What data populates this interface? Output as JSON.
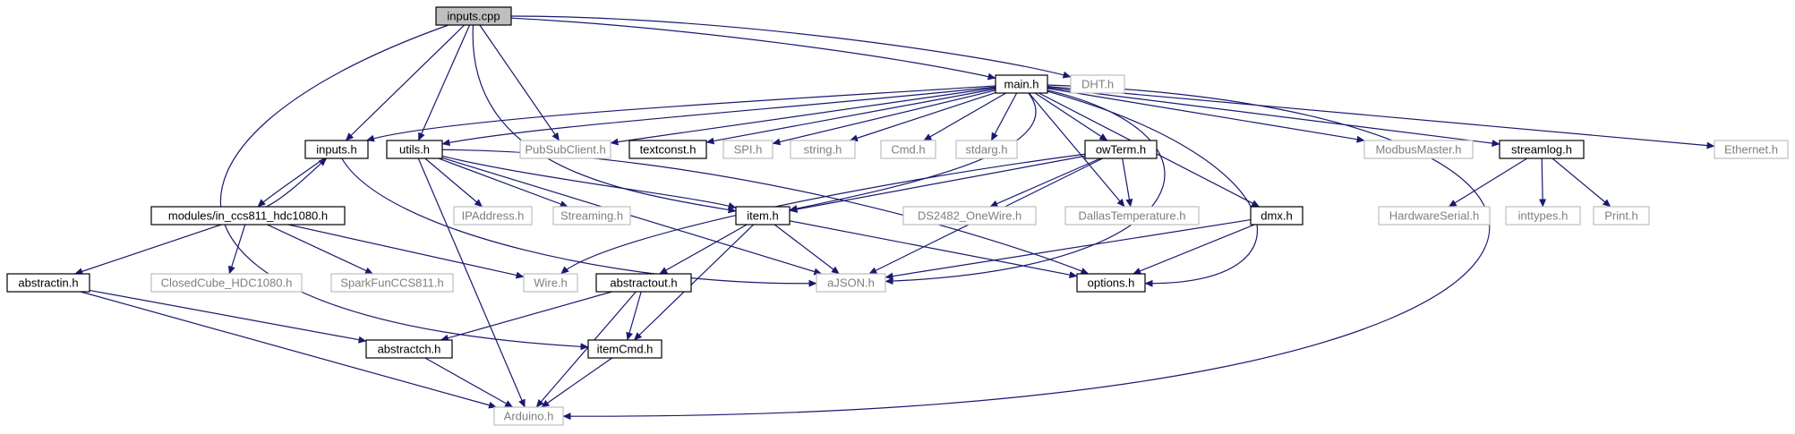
{
  "diagram": {
    "colors": {
      "edge": "#191970",
      "border_documented": "#000000",
      "border_undocumented": "#bfbfbf",
      "text_documented": "#000000",
      "text_undocumented": "#7f7f7f",
      "root_fill": "#bfbfbf"
    },
    "nodes": [
      {
        "id": "inputs_cpp",
        "label": "inputs.cpp",
        "kind": "root"
      },
      {
        "id": "main_h",
        "label": "main.h",
        "kind": "doc"
      },
      {
        "id": "dht_h",
        "label": "DHT.h",
        "kind": "ext"
      },
      {
        "id": "inputs_h",
        "label": "inputs.h",
        "kind": "doc"
      },
      {
        "id": "utils_h",
        "label": "utils.h",
        "kind": "doc"
      },
      {
        "id": "pubsub_h",
        "label": "PubSubClient.h",
        "kind": "ext"
      },
      {
        "id": "textconst_h",
        "label": "textconst.h",
        "kind": "doc"
      },
      {
        "id": "spi_h",
        "label": "SPI.h",
        "kind": "ext"
      },
      {
        "id": "string_h",
        "label": "string.h",
        "kind": "ext"
      },
      {
        "id": "cmd_h",
        "label": "Cmd.h",
        "kind": "ext"
      },
      {
        "id": "stdarg_h",
        "label": "stdarg.h",
        "kind": "ext"
      },
      {
        "id": "owterm_h",
        "label": "owTerm.h",
        "kind": "doc"
      },
      {
        "id": "modbus_h",
        "label": "ModbusMaster.h",
        "kind": "ext"
      },
      {
        "id": "streamlog_h",
        "label": "streamlog.h",
        "kind": "doc"
      },
      {
        "id": "ethernet_h",
        "label": "Ethernet.h",
        "kind": "ext"
      },
      {
        "id": "modules_h",
        "label": "modules/in_ccs811_hdc1080.h",
        "kind": "doc"
      },
      {
        "id": "ipaddress_h",
        "label": "IPAddress.h",
        "kind": "ext"
      },
      {
        "id": "streaming_h",
        "label": "Streaming.h",
        "kind": "ext"
      },
      {
        "id": "item_h",
        "label": "item.h",
        "kind": "doc"
      },
      {
        "id": "ds2482_h",
        "label": "DS2482_OneWire.h",
        "kind": "ext"
      },
      {
        "id": "dallas_h",
        "label": "DallasTemperature.h",
        "kind": "ext"
      },
      {
        "id": "dmx_h",
        "label": "dmx.h",
        "kind": "doc"
      },
      {
        "id": "hwserial_h",
        "label": "HardwareSerial.h",
        "kind": "ext"
      },
      {
        "id": "inttypes_h",
        "label": "inttypes.h",
        "kind": "ext"
      },
      {
        "id": "print_h",
        "label": "Print.h",
        "kind": "ext"
      },
      {
        "id": "abstractin_h",
        "label": "abstractin.h",
        "kind": "doc"
      },
      {
        "id": "closedcube_h",
        "label": "ClosedCube_HDC1080.h",
        "kind": "ext"
      },
      {
        "id": "sparkfun_h",
        "label": "SparkFunCCS811.h",
        "kind": "ext"
      },
      {
        "id": "wire_h",
        "label": "Wire.h",
        "kind": "ext"
      },
      {
        "id": "ajson_h",
        "label": "aJSON.h",
        "kind": "ext"
      },
      {
        "id": "abstractout_h",
        "label": "abstractout.h",
        "kind": "doc"
      },
      {
        "id": "options_h",
        "label": "options.h",
        "kind": "doc"
      },
      {
        "id": "abstractch_h",
        "label": "abstractch.h",
        "kind": "doc"
      },
      {
        "id": "itemcmd_h",
        "label": "itemCmd.h",
        "kind": "doc"
      },
      {
        "id": "arduino_h",
        "label": "Arduino.h",
        "kind": "ext"
      }
    ],
    "edges": [
      [
        "inputs_cpp",
        "main_h"
      ],
      [
        "inputs_cpp",
        "dht_h"
      ],
      [
        "inputs_cpp",
        "inputs_h"
      ],
      [
        "inputs_cpp",
        "utils_h"
      ],
      [
        "inputs_cpp",
        "pubsub_h"
      ],
      [
        "inputs_cpp",
        "item_h"
      ],
      [
        "inputs_cpp",
        "itemcmd_h"
      ],
      [
        "main_h",
        "inputs_h"
      ],
      [
        "main_h",
        "utils_h"
      ],
      [
        "main_h",
        "pubsub_h"
      ],
      [
        "main_h",
        "textconst_h"
      ],
      [
        "main_h",
        "spi_h"
      ],
      [
        "main_h",
        "string_h"
      ],
      [
        "main_h",
        "cmd_h"
      ],
      [
        "main_h",
        "stdarg_h"
      ],
      [
        "main_h",
        "owterm_h"
      ],
      [
        "main_h",
        "modbus_h"
      ],
      [
        "main_h",
        "streamlog_h"
      ],
      [
        "main_h",
        "ethernet_h"
      ],
      [
        "main_h",
        "item_h"
      ],
      [
        "main_h",
        "dallas_h"
      ],
      [
        "main_h",
        "dmx_h"
      ],
      [
        "main_h",
        "ajson_h"
      ],
      [
        "main_h",
        "options_h"
      ],
      [
        "main_h",
        "arduino_h"
      ],
      [
        "inputs_h",
        "modules_h"
      ],
      [
        "inputs_h",
        "ajson_h"
      ],
      [
        "modules_h",
        "inputs_h"
      ],
      [
        "modules_h",
        "abstractin_h"
      ],
      [
        "modules_h",
        "closedcube_h"
      ],
      [
        "modules_h",
        "sparkfun_h"
      ],
      [
        "modules_h",
        "wire_h"
      ],
      [
        "utils_h",
        "ipaddress_h"
      ],
      [
        "utils_h",
        "streaming_h"
      ],
      [
        "utils_h",
        "item_h"
      ],
      [
        "utils_h",
        "ajson_h"
      ],
      [
        "utils_h",
        "options_h"
      ],
      [
        "utils_h",
        "arduino_h"
      ],
      [
        "owterm_h",
        "ds2482_h"
      ],
      [
        "owterm_h",
        "dallas_h"
      ],
      [
        "owterm_h",
        "item_h"
      ],
      [
        "owterm_h",
        "wire_h"
      ],
      [
        "owterm_h",
        "ajson_h"
      ],
      [
        "item_h",
        "abstractout_h"
      ],
      [
        "item_h",
        "ajson_h"
      ],
      [
        "item_h",
        "itemcmd_h"
      ],
      [
        "item_h",
        "options_h"
      ],
      [
        "dmx_h",
        "ajson_h"
      ],
      [
        "dmx_h",
        "options_h"
      ],
      [
        "streamlog_h",
        "hwserial_h"
      ],
      [
        "streamlog_h",
        "inttypes_h"
      ],
      [
        "streamlog_h",
        "print_h"
      ],
      [
        "abstractin_h",
        "abstractch_h"
      ],
      [
        "abstractin_h",
        "arduino_h"
      ],
      [
        "abstractout_h",
        "abstractch_h"
      ],
      [
        "abstractout_h",
        "itemcmd_h"
      ],
      [
        "abstractout_h",
        "arduino_h"
      ],
      [
        "abstractch_h",
        "arduino_h"
      ],
      [
        "itemcmd_h",
        "arduino_h"
      ]
    ]
  }
}
